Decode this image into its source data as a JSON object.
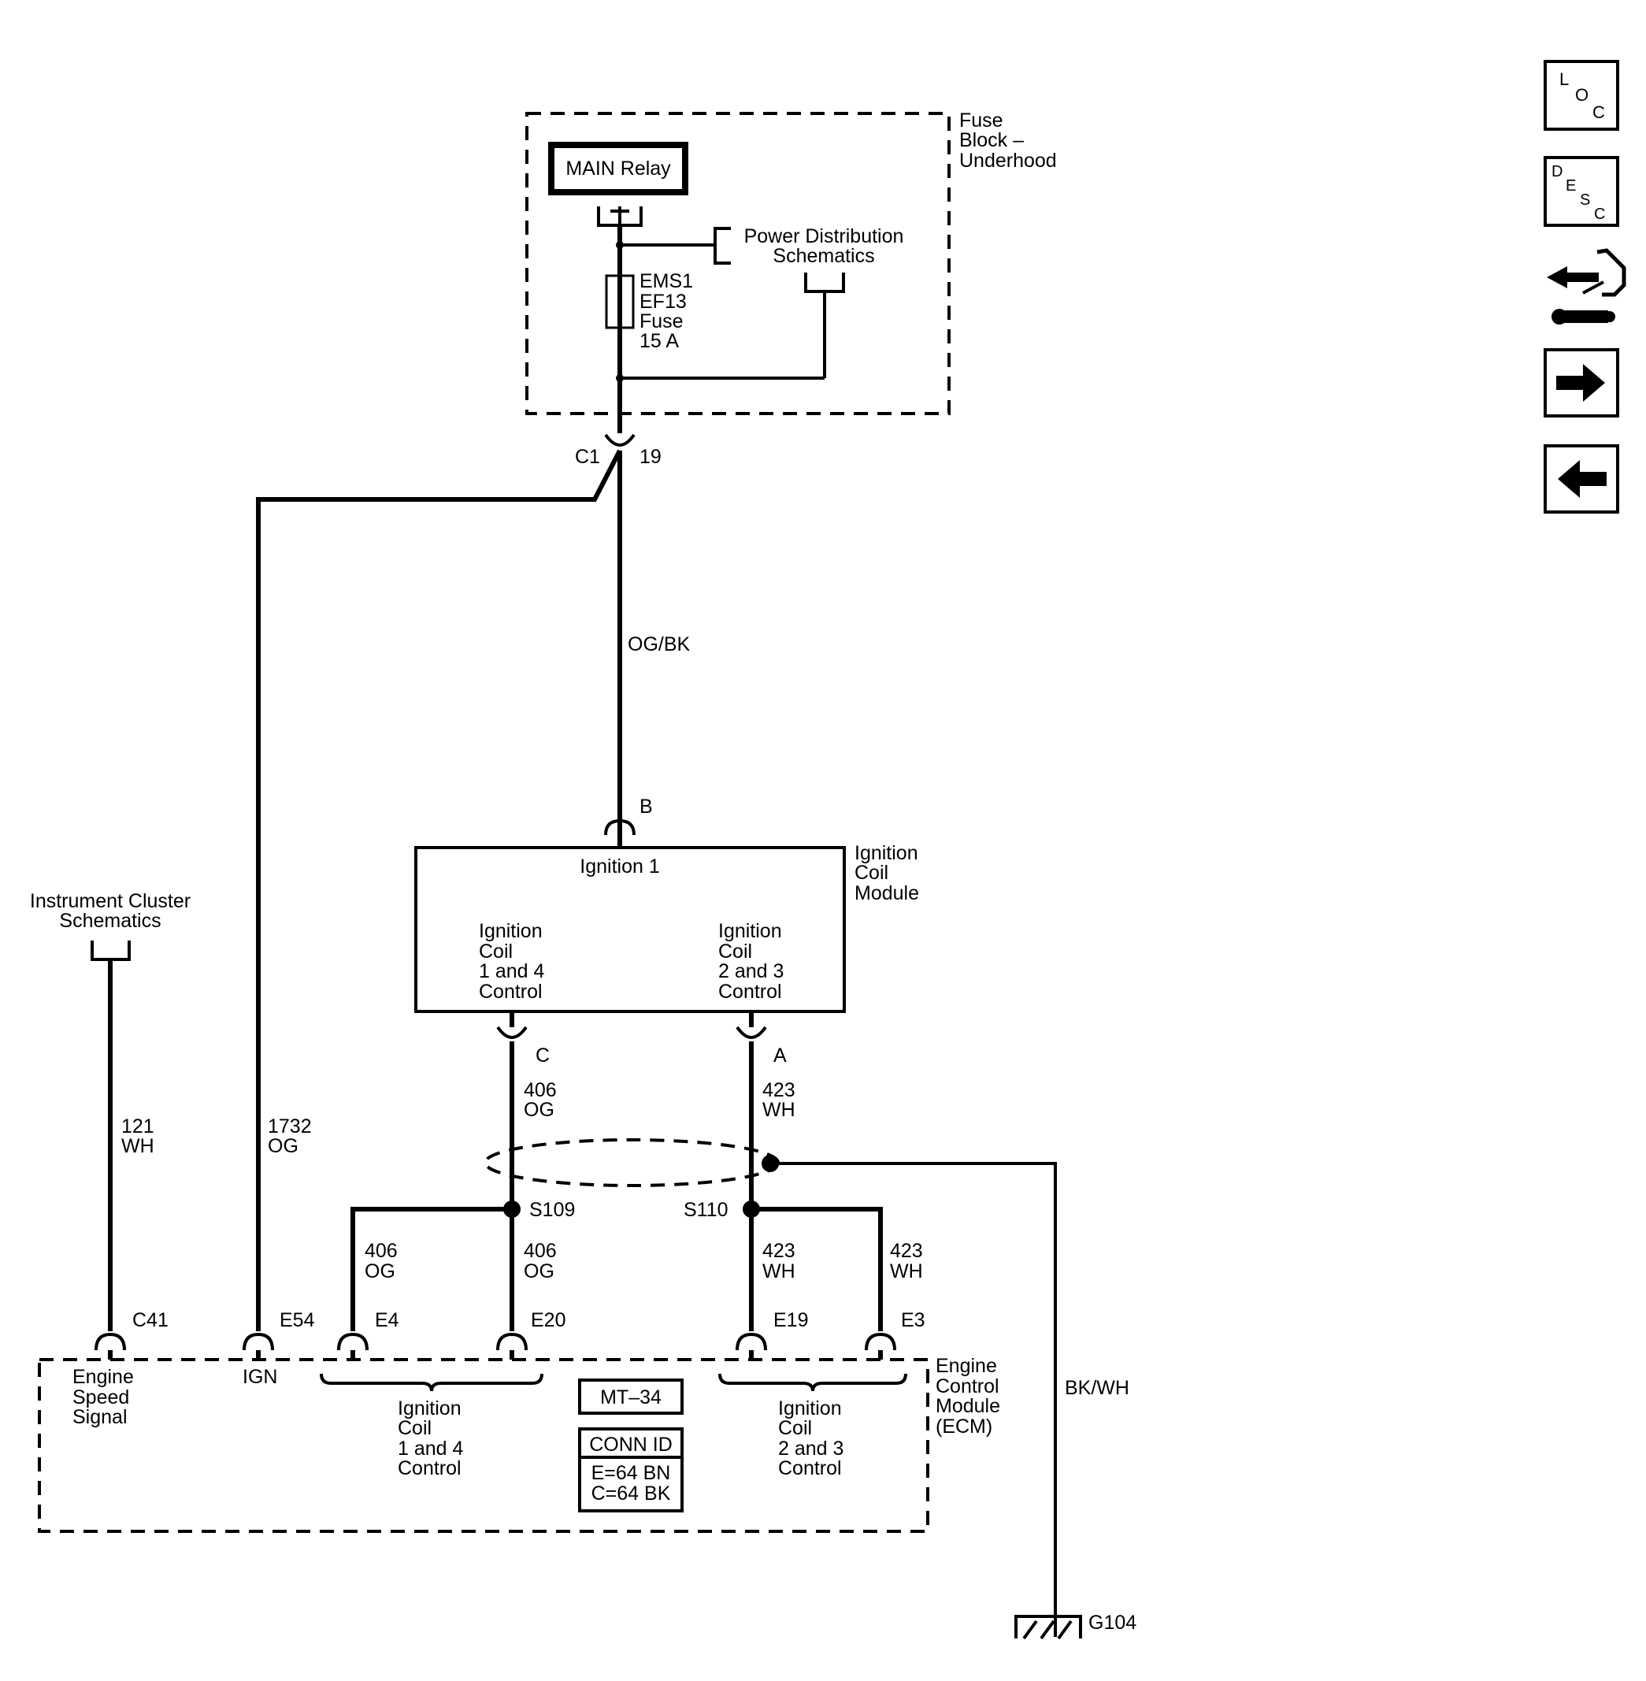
{
  "fuse_block": {
    "title_lines": [
      "Fuse",
      "Block –",
      "Underhood"
    ],
    "relay": "MAIN Relay",
    "fuse_lines": [
      "EMS1",
      "EF13",
      "Fuse",
      "15 A"
    ]
  },
  "power_distribution": [
    "Power Distribution",
    "Schematics"
  ],
  "connector_c1": {
    "name": "C1",
    "pin": "19"
  },
  "wires": {
    "og_bk": "OG/BK",
    "w121": [
      "121",
      "WH"
    ],
    "w1732": [
      "1732",
      "OG"
    ],
    "w406_top": [
      "406",
      "OG"
    ],
    "w423_top": [
      "423",
      "WH"
    ],
    "w406_left": [
      "406",
      "OG"
    ],
    "w406_right": [
      "406",
      "OG"
    ],
    "w423_left": [
      "423",
      "WH"
    ],
    "w423_right": [
      "423",
      "WH"
    ],
    "bk_wh": "BK/WH"
  },
  "coil_module": {
    "title_lines": [
      "Ignition",
      "Coil",
      "Module"
    ],
    "ignition": "Ignition 1",
    "pin_b": "B",
    "pin_c": "C",
    "pin_a": "A",
    "left_lines": [
      "Ignition",
      "Coil",
      "1 and 4",
      "Control"
    ],
    "right_lines": [
      "Ignition",
      "Coil",
      "2 and 3",
      "Control"
    ]
  },
  "instrument_cluster": [
    "Instrument Cluster",
    "Schematics"
  ],
  "splices": {
    "s109": "S109",
    "s110": "S110"
  },
  "ecm": {
    "title_lines": [
      "Engine",
      "Control",
      "Module",
      "(ECM)"
    ],
    "pins": {
      "c41": "C41",
      "e54": "E54",
      "e4": "E4",
      "e20": "E20",
      "e19": "E19",
      "e3": "E3"
    },
    "speed_lines": [
      "Engine",
      "Speed",
      "Signal"
    ],
    "ign": "IGN",
    "coil14_lines": [
      "Ignition",
      "Coil",
      "1 and 4",
      "Control"
    ],
    "coil23_lines": [
      "Ignition",
      "Coil",
      "2 and 3",
      "Control"
    ],
    "mt": "MT–34",
    "conn_id": "CONN ID",
    "conn_lines": [
      "E=64 BN",
      "C=64 BK"
    ]
  },
  "ground": "G104",
  "nav": {
    "loc": [
      "L",
      "O",
      "C"
    ],
    "desc": [
      "D",
      "E",
      "S",
      "C"
    ]
  }
}
